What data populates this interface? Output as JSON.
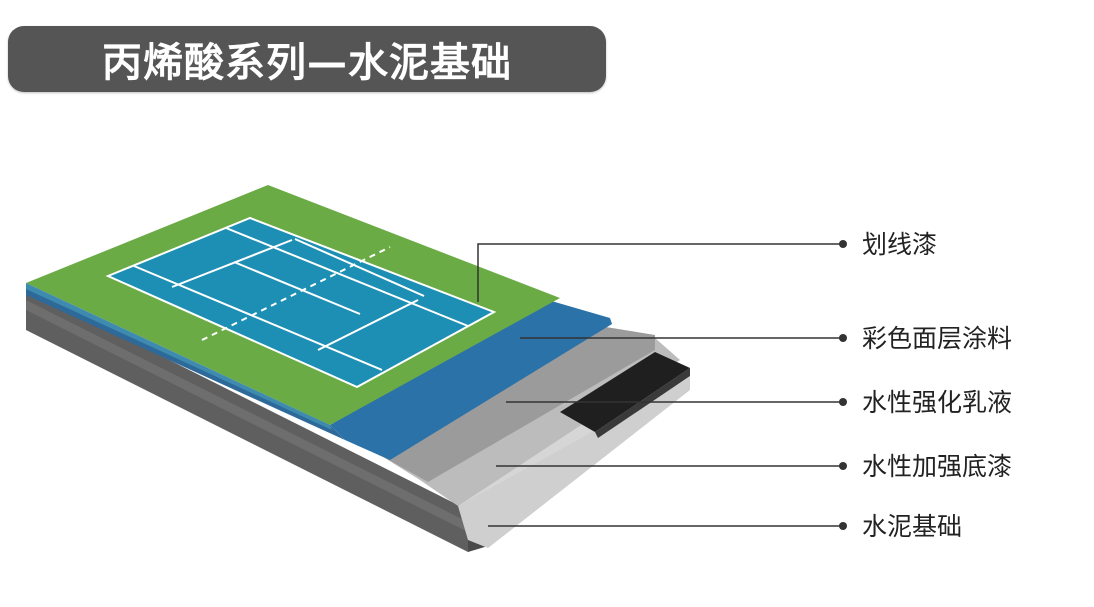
{
  "title": "丙烯酸系列—水泥基础",
  "layers": [
    {
      "label": "划线漆"
    },
    {
      "label": "彩色面层涂料"
    },
    {
      "label": "水性强化乳液"
    },
    {
      "label": "水性加强底漆"
    },
    {
      "label": "水泥基础"
    }
  ],
  "colors": {
    "banner": "#555555",
    "court_green": "#6aa84f",
    "court_blue": "#1f8fb3",
    "coating_blue": "#2b72a8",
    "emulsion_gray": "#9a9a9a",
    "primer_gray": "#bdbdbd",
    "base_gray": "#d5d5d5",
    "slab_dark": "#5a5a5a"
  }
}
